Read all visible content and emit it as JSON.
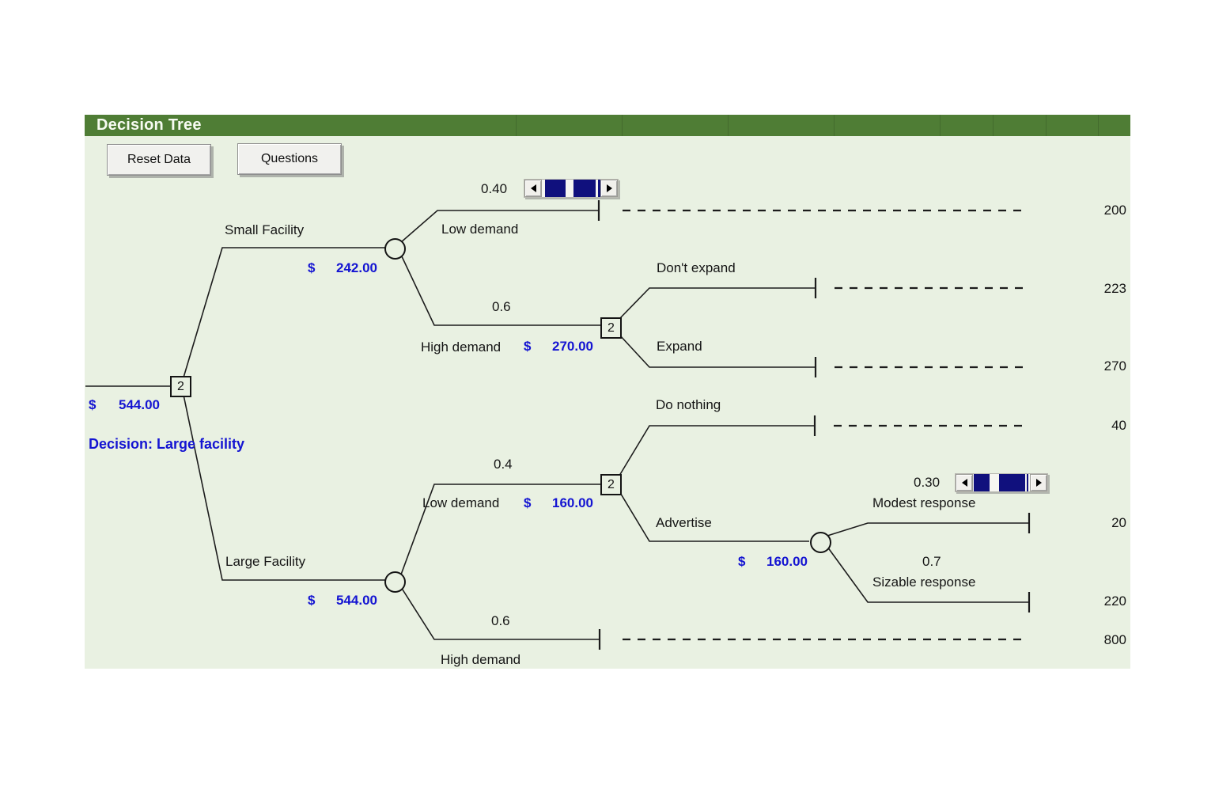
{
  "app": {
    "title": "Decision Tree"
  },
  "toolbar": {
    "reset_button": "Reset Data",
    "questions_button": "Questions"
  },
  "node_symbol": "2",
  "currency": "$",
  "root": {
    "ev": "544.00",
    "decision_note": "Decision: Large facility"
  },
  "branches": {
    "small_facility": {
      "label": "Small Facility",
      "ev": "242.00"
    },
    "large_facility": {
      "label": "Large Facility",
      "ev": "544.00"
    },
    "sf_low": {
      "label": "Low demand",
      "prob": "0.40",
      "outcome": "200"
    },
    "sf_high": {
      "label": "High demand",
      "prob": "0.6",
      "ev": "270.00"
    },
    "dont_expand": {
      "label": "Don't expand",
      "outcome": "223"
    },
    "expand": {
      "label": "Expand",
      "outcome": "270"
    },
    "do_nothing": {
      "label": "Do nothing",
      "outcome": "40"
    },
    "advertise": {
      "label": "Advertise",
      "ev": "160.00"
    },
    "lf_low": {
      "label": "Low demand",
      "prob": "0.4",
      "ev": "160.00"
    },
    "lf_high": {
      "label": "High demand",
      "prob": "0.6",
      "outcome": "800"
    },
    "modest": {
      "label": "Modest response",
      "prob": "0.30",
      "outcome": "20"
    },
    "sizable": {
      "label": "Sizable response",
      "prob": "0.7",
      "outcome": "220"
    }
  },
  "colors": {
    "header_green": "#4f7d35",
    "panel_green": "#e9f1e2",
    "value_blue": "#1414d2",
    "scrollbar_navy": "#10107d"
  }
}
